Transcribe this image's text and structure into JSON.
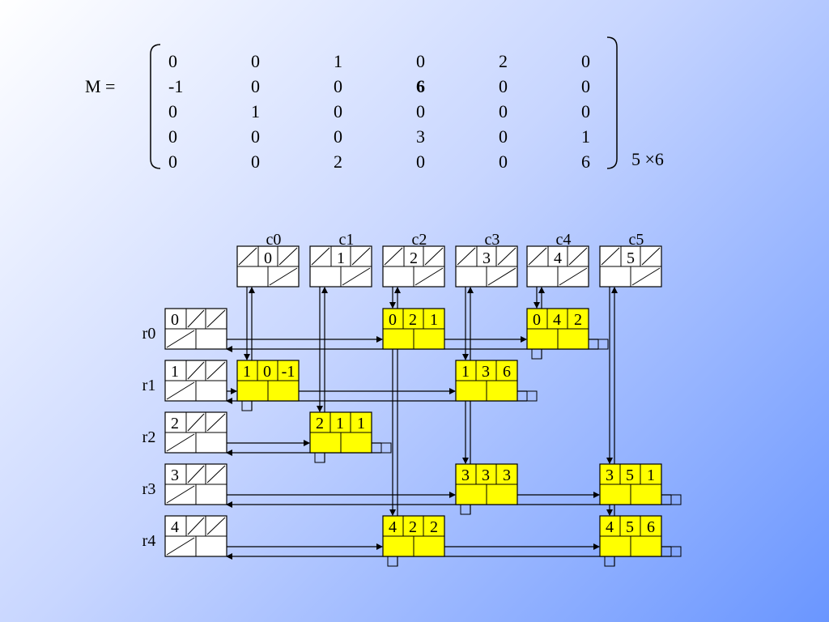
{
  "matrix": {
    "label": "M =",
    "size_label": "5 ×6",
    "rows": [
      [
        "0",
        "0",
        "1",
        "0",
        "2",
        "0"
      ],
      [
        "-1",
        "0",
        "0",
        "6",
        "0",
        "0"
      ],
      [
        "0",
        "1",
        "0",
        "0",
        "0",
        "0"
      ],
      [
        "0",
        "0",
        "0",
        "3",
        "0",
        "1"
      ],
      [
        "0",
        "0",
        "2",
        "0",
        "0",
        "6"
      ]
    ],
    "bold_cell": [
      1,
      3
    ]
  },
  "diagram": {
    "col_heads": [
      {
        "label": "c0",
        "value": "0"
      },
      {
        "label": "c1",
        "value": "1"
      },
      {
        "label": "c2",
        "value": "2"
      },
      {
        "label": "c3",
        "value": "3"
      },
      {
        "label": "c4",
        "value": "4"
      },
      {
        "label": "c5",
        "value": "5"
      }
    ],
    "row_heads": [
      {
        "label": "r0",
        "value": "0"
      },
      {
        "label": "r1",
        "value": "1"
      },
      {
        "label": "r2",
        "value": "2"
      },
      {
        "label": "r3",
        "value": "3"
      },
      {
        "label": "r4",
        "value": "4"
      }
    ],
    "nodes": [
      {
        "row": "0",
        "col": "2",
        "val": "1"
      },
      {
        "row": "0",
        "col": "4",
        "val": "2"
      },
      {
        "row": "1",
        "col": "0",
        "val": "-1"
      },
      {
        "row": "1",
        "col": "3",
        "val": "6"
      },
      {
        "row": "2",
        "col": "1",
        "val": "1"
      },
      {
        "row": "3",
        "col": "3",
        "val": "3"
      },
      {
        "row": "3",
        "col": "5",
        "val": "1"
      },
      {
        "row": "4",
        "col": "2",
        "val": "2"
      },
      {
        "row": "4",
        "col": "5",
        "val": "6"
      }
    ],
    "node_color": "#ffff00"
  }
}
